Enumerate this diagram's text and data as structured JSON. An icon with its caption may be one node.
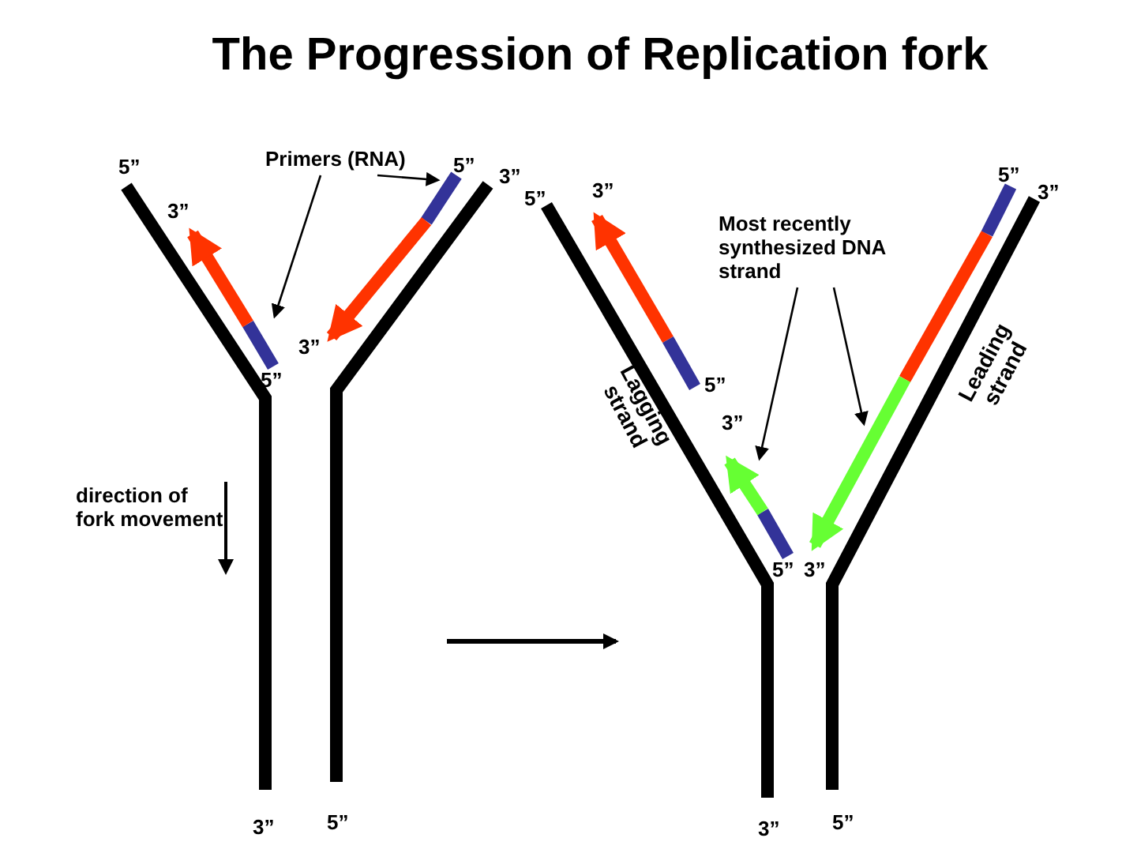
{
  "diagram": {
    "title": "The Progression of Replication fork",
    "nodes": [
      {
        "text": [
          "Primers (RNA)"
        ]
      },
      {
        "text": [],
        "shape": "bar"
      },
      {
        "text": [],
        "shape": "bar"
      },
      {
        "text": [
          "Most recently synthesized DNA strand"
        ]
      },
      {
        "text": [],
        "shape": "bar"
      },
      {
        "text": [],
        "shape": "bar"
      }
    ],
    "edges": [
      {
        "from": 0,
        "to": 1,
        "arrow": "to"
      },
      {
        "from": 0,
        "to": 2,
        "arrow": "to"
      },
      {
        "from": 3,
        "to": 4,
        "arrow": "to"
      },
      {
        "from": 3,
        "to": 5,
        "arrow": "to"
      }
    ],
    "labels": [
      "5”",
      "5”",
      "3”",
      "5”",
      "3”",
      "5”",
      "3”",
      "3”",
      "3”",
      "5”",
      "Lagging strand",
      "5”",
      "Leading strand",
      "3”",
      "direction of fork movement",
      "5”",
      "3”",
      "3”",
      "5”",
      "3”",
      "5”"
    ]
  }
}
